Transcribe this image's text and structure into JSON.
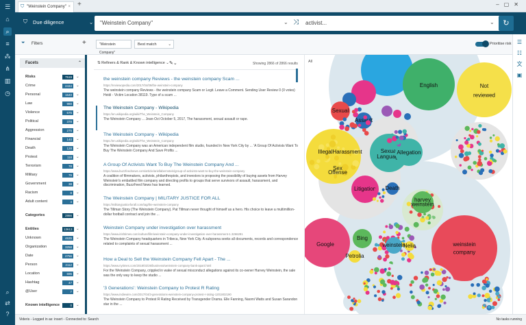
{
  "tab": {
    "title": "\"Weinstein Company\"",
    "close": "×",
    "new": "+"
  },
  "header": {
    "mode_label": "Due diligence",
    "query_left": "\"Weinstein Company\"",
    "query_right": "activist..."
  },
  "toolbar": {
    "filters_label": "Filters",
    "query_chip": "\"Weinstein Company\"",
    "match": "Best match",
    "prioritise_label": "Prioritise risk"
  },
  "facets": {
    "title": "Facets",
    "risks": {
      "label": "Risks",
      "count": "7519"
    },
    "risk_items": [
      {
        "label": "Crime",
        "count": "2434"
      },
      {
        "label": "Personal",
        "count": "1640"
      },
      {
        "label": "Law",
        "count": "980"
      },
      {
        "label": "Violence",
        "count": "675"
      },
      {
        "label": "Political",
        "count": "378"
      },
      {
        "label": "Aggression",
        "count": "275"
      },
      {
        "label": "Financial",
        "count": "140"
      },
      {
        "label": "Death",
        "count": "128"
      },
      {
        "label": "Protest",
        "count": "118"
      },
      {
        "label": "Terrorism",
        "count": "78"
      },
      {
        "label": "Military",
        "count": "76"
      },
      {
        "label": "Government",
        "count": "38"
      },
      {
        "label": "Racism",
        "count": "8"
      },
      {
        "label": "Adult content",
        "count": "4"
      }
    ],
    "categories": {
      "label": "Categories",
      "count": "2866"
    },
    "entities": {
      "label": "Entities",
      "count": "13613"
    },
    "entity_items": [
      {
        "label": "Unknown",
        "count": "4635"
      },
      {
        "label": "Organization",
        "count": "3258"
      },
      {
        "label": "Date",
        "count": "2756"
      },
      {
        "label": "Person",
        "count": "2112"
      },
      {
        "label": "Location",
        "count": "696"
      },
      {
        "label": "Hashtag",
        "count": "47"
      },
      {
        "label": "@User",
        "count": "7"
      }
    ],
    "known": {
      "label": "Known intelligence",
      "count": "0"
    }
  },
  "results": {
    "refiners": "Refiners & Rank & Known intelligence",
    "count_text": "Showing 2866 of 2866 results",
    "items": [
      {
        "title": "the weinstein company Reviews - the weinstein company Scam ...",
        "url": "https://reviewopedia.com/2017/04/09/the-weinstein-company",
        "snippet": "The weinstein company Reviews - the weinstein company Scam or Legit. Leave a Comment. Sending User Review 0 (0 votes) Heidi - Victim Location 38119. Type of a scam ..."
      },
      {
        "title": "The Weinstein Company - Wikipedia",
        "url": "https://en.wikipedia.org/wiki/The_Weinstein_Company",
        "snippet": "The Weinstein Company ... Jean-Oct October 5, 2017, The harassment, sexual assault or rape."
      },
      {
        "title": "The Weinstein Company - Wikipedia",
        "url": "https://en.wikipedia.org/wiki/The_Weinstein_Company",
        "snippet": "The Weinstein Company was an American independent film studio, founded in New York City by ... 'A Group Of Activists Want To Buy The Weinstein Company And Save Profits ..."
      },
      {
        "title": "A Group Of Activists Want To Buy The Weinstein Company And ...",
        "url": "https://www.buzzfeednews.com/article/ariellabernstein/group-of-activists-want-to-buy-the-weinstein-company",
        "snippet": "A coalition of filmmakers, activists, philanthropists, and investors is proposing the possibility of buying assets from Harvey Weinstein's embattled film company and directing profits to groups that serve survivors of assault, harassment, and discrimination, BuzzFeed News has learned."
      },
      {
        "title": "The Weinstein Company | MILITARY JUSTICE FOR ALL",
        "url": "https://militaryjusticeforall.com/tag/the-weinstein-company",
        "snippet": "The Tillman Story (The Weinstein Company). Pat Tillman never thought of himself as a hero. His choice to leave a multimillion-dollar football contract and join the ..."
      },
      {
        "title": "Weinstein Company under investigation over harassment",
        "url": "https://www.irishtimes.com/culture/film/weinstein-company-under-investigation-over-harassment-1.3266281",
        "snippet": "The Weinstein Company headquarters in Tribeca, New York City. A subpoena seeks all documents, records and correspondence related to complaints of sexual harassment ..."
      },
      {
        "title": "How a Deal to Sell the Weinstein Company Fell Apart - The ...",
        "url": "https://www.nytimes.com/2018/02/26/business/weinstein-company-bank-apart.html",
        "snippet": "For the Weinstein Company, crippled in wake of sexual misconduct allegations against its co-owner Harvey Weinstein, the sale was the only way to keep the studio ..."
      },
      {
        "title": "'3 Generations': Weinstein Company to Protest R Rating",
        "url": "https://www.indiewire.com/2017/04/3-generations-weinstein-company-protest-r-rating-1201802190",
        "snippet": "The Weinstein Company to Protest R Rating Received by Transgender Drama. Elle Fanning, Naomi Watts and Susan Sarandon star in the ..."
      }
    ]
  },
  "viz": {
    "all_label": "All"
  },
  "status": {
    "left": "Videris - Logged in as: insert - Connected to: Search",
    "right": "No tasks running"
  },
  "chart_data": {
    "type": "bubble",
    "bubbles": [
      {
        "label": "English",
        "color": "#3fb06a"
      },
      {
        "label": "Not reviewed",
        "color": "#f5e04a"
      },
      {
        "label": "Sexual Language",
        "color": "#3fb4a8"
      },
      {
        "label": "Allegation",
        "color": "#3fb4a8"
      },
      {
        "label": "Illegal",
        "color": "#f4dc3c"
      },
      {
        "label": "Harassment",
        "color": "#f4dc3c"
      },
      {
        "label": "Sex Offense",
        "color": "#f4dc3c"
      },
      {
        "label": "Sexual",
        "color": "#e84a4a"
      },
      {
        "label": "Assault",
        "color": "#2a6fb8"
      },
      {
        "label": "Litigation",
        "color": "#e6358a"
      },
      {
        "label": "Death",
        "color": "#2a6fb8"
      },
      {
        "label": "harvey weinstein",
        "color": "#5cb85c"
      },
      {
        "label": "Google",
        "color": "#e6477a"
      },
      {
        "label": "Bing",
        "color": "#5cb85c"
      },
      {
        "label": "Petrolia",
        "color": "#f4dc3c"
      },
      {
        "label": "weinstein",
        "color": "#4aa8c8"
      },
      {
        "label": "Nelia",
        "color": "#f4dc3c"
      },
      {
        "label": "weinstein company",
        "color": "#e84a5a"
      }
    ]
  }
}
